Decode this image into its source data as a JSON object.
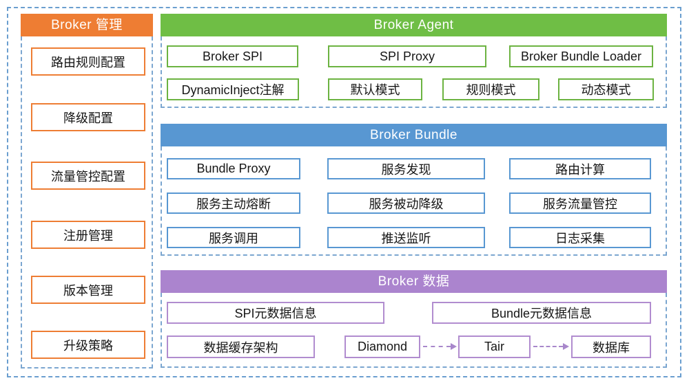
{
  "colors": {
    "orange": "#ee7d33",
    "green": "#6fbe45",
    "blue": "#5897d2",
    "purple": "#ab84ce",
    "purple_box_border": "#b18ccf",
    "dashed_frame": "#6a9ecf",
    "arrow": "#a887cb",
    "header_text": "#ffffff",
    "node_text": "#161616",
    "background": "#ffffff"
  },
  "sidebar": {
    "title": "Broker 管理",
    "items": [
      "路由规则配置",
      "降级配置",
      "流量管控配置",
      "注册管理",
      "版本管理",
      "升级策略"
    ]
  },
  "agent": {
    "title": "Broker Agent",
    "row1": [
      "Broker SPI",
      "SPI Proxy",
      "Broker Bundle Loader"
    ],
    "row2": [
      "DynamicInject注解",
      "默认模式",
      "规则模式",
      "动态模式"
    ]
  },
  "bundle": {
    "title": "Broker Bundle",
    "rows": [
      [
        "Bundle Proxy",
        "服务发现",
        "路由计算"
      ],
      [
        "服务主动熔断",
        "服务被动降级",
        "服务流量管控"
      ],
      [
        "服务调用",
        "推送监听",
        "日志采集"
      ]
    ]
  },
  "data_section": {
    "title": "Broker 数据",
    "row1": [
      "SPI元数据信息",
      "Bundle元数据信息"
    ],
    "cache": "数据缓存架构",
    "flow": [
      "Diamond",
      "Tair",
      "数据库"
    ]
  }
}
